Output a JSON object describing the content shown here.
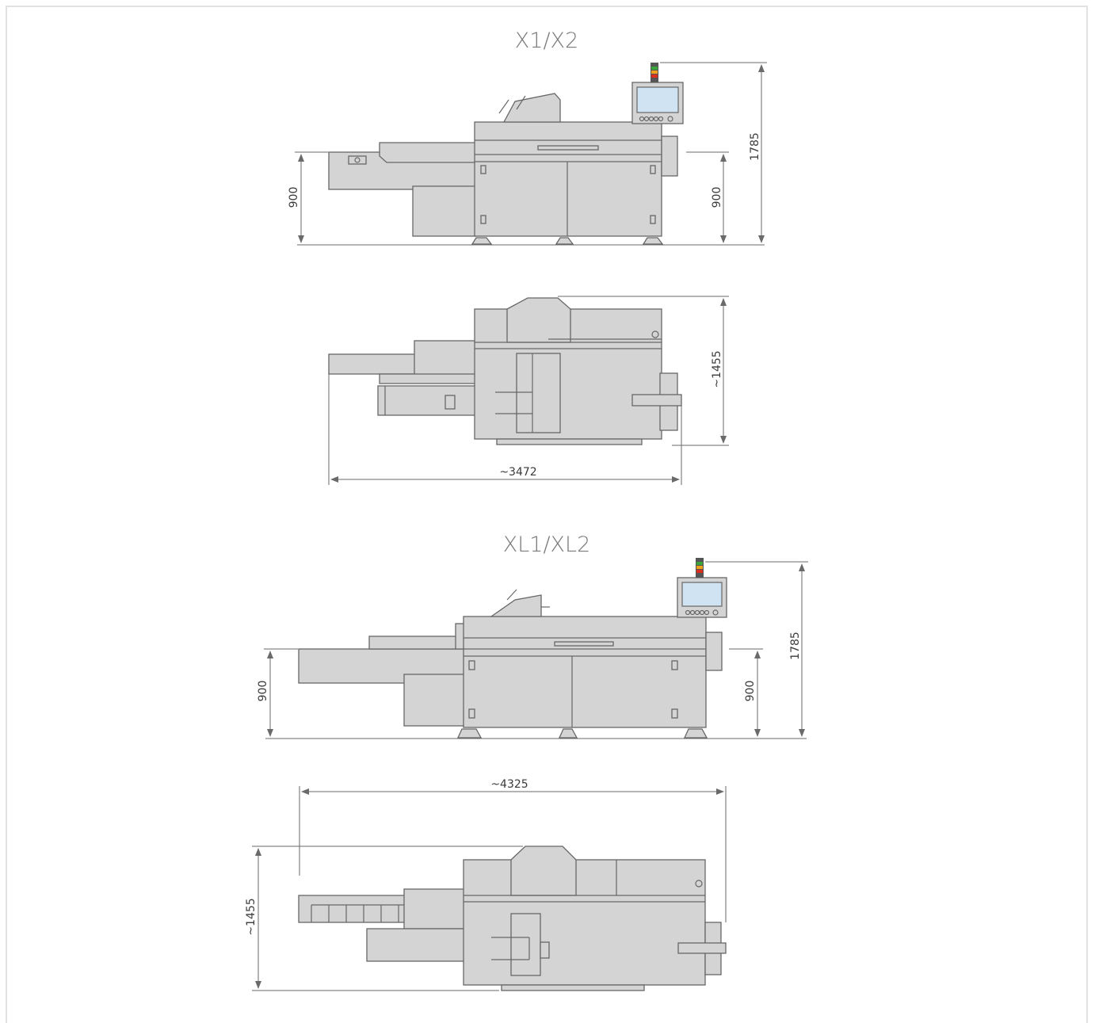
{
  "titles": {
    "top": "X1/X2",
    "bottom": "XL1/XL2"
  },
  "dimensions": {
    "x_side_height_left": "900",
    "x_side_height_right": "900",
    "x_side_total_height": "1785",
    "x_top_depth": "~1455",
    "x_top_length": "~3472",
    "xl_side_height_left": "900",
    "xl_side_height_right": "900",
    "xl_side_total_height": "1785",
    "xl_top_length": "~4325",
    "xl_top_depth": "~1455"
  },
  "colors": {
    "machine_fill": "#d4d4d4",
    "outline": "#676767",
    "screen": "#cfe3f2",
    "signal_red": "#d9301e",
    "signal_orange": "#f0a21c",
    "signal_green": "#3aa53a",
    "frame_border": "#e2e2e2"
  }
}
